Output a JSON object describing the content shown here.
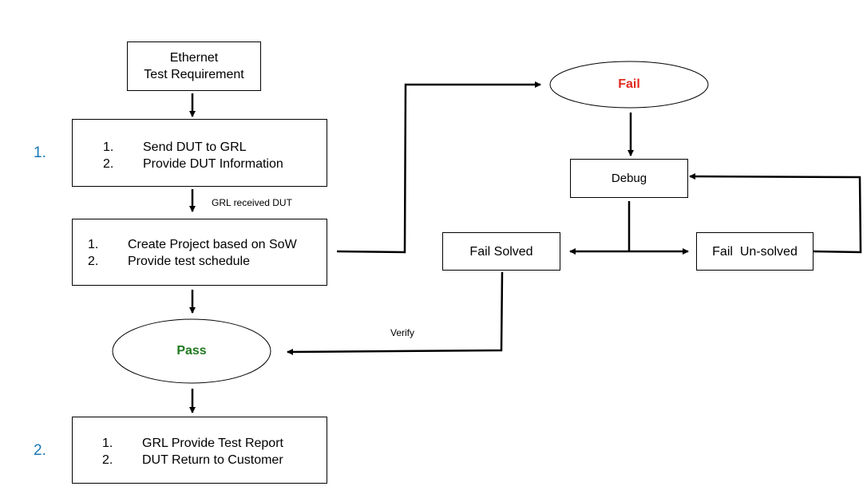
{
  "colors": {
    "fail": "#e02b1f",
    "pass": "#1f7a1f",
    "step_number": "#1a78b4"
  },
  "nodes": {
    "requirement": {
      "line1": "Ethernet",
      "line2": "Test Requirement"
    },
    "step1": {
      "side_number": "1.",
      "items": [
        {
          "num": "1.",
          "text": "Send DUT to GRL"
        },
        {
          "num": "2.",
          "text": "Provide DUT Information"
        }
      ]
    },
    "step_project": {
      "items": [
        {
          "num": "1.",
          "text": "Create Project based on SoW"
        },
        {
          "num": "2.",
          "text": "Provide test schedule"
        }
      ]
    },
    "pass": {
      "label": "Pass"
    },
    "step2": {
      "side_number": "2.",
      "items": [
        {
          "num": "1.",
          "text": "GRL Provide Test Report"
        },
        {
          "num": "2.",
          "text": "DUT Return to Customer"
        }
      ]
    },
    "fail": {
      "label": "Fail"
    },
    "debug": {
      "label": "Debug"
    },
    "fail_solved": {
      "label": "Fail Solved"
    },
    "fail_unsolved": {
      "label": "Fail  Un-solved"
    }
  },
  "edge_labels": {
    "received": "GRL received DUT",
    "verify": "Verify"
  }
}
